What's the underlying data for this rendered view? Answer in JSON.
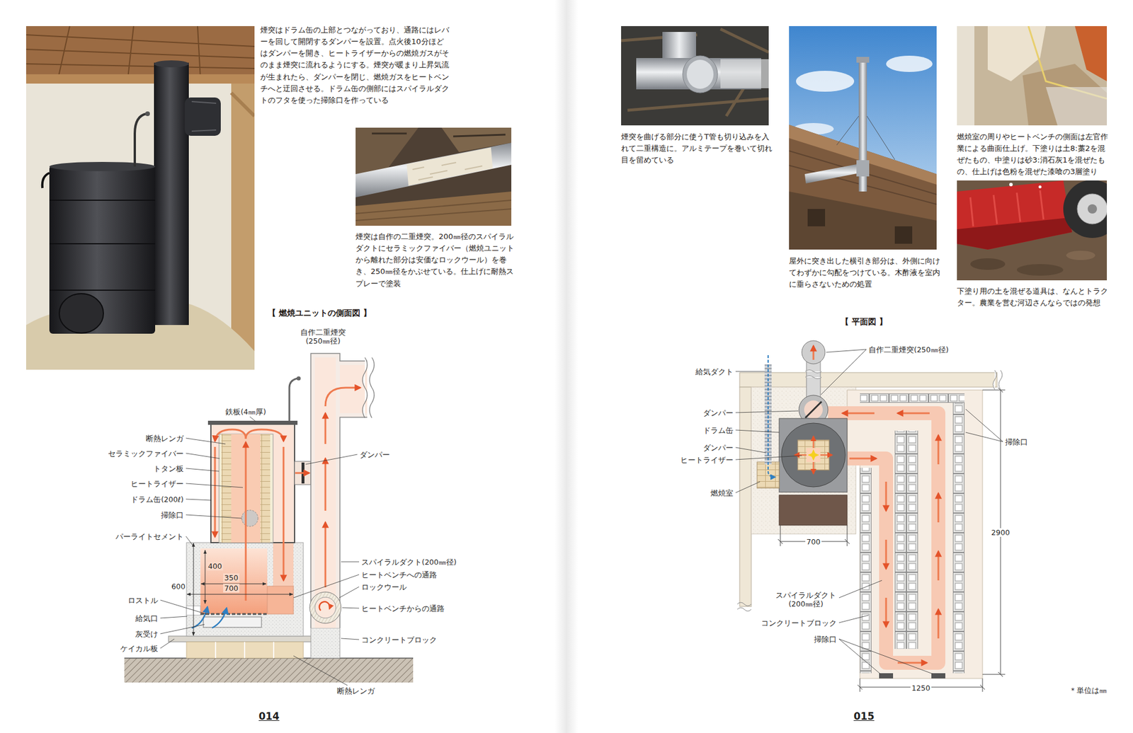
{
  "diagram": {
    "nodes": [
      {
        "text": [
          "煙突はドラム缶の上部とつながっており、通路にはレバーを回して開閉するダンパーを設置。点火後10分ほどはダンパーを開き、ヒートライザーからの燃焼ガスがそのまま煙突に流れるようにする。煙突が暖まり上昇気流が生まれたら、ダンパーを閉じ、燃焼ガスをヒートベンチへと迂回させる。ドラム缶の側部にはスパイラルダクトのフタを使った掃除口を作っている"
        ]
      },
      {
        "text": [
          "煙突は自作の二重煙突。200㎜径のスパイラルダクトにセラミックファイバー（燃焼ユニットから離れた部分は安価なロックウール）を巻き、250㎜径をかぶせている。仕上げに耐熱スプレーで塗装"
        ]
      },
      {
        "text": [
          "【 燃焼ユニットの側面図 】"
        ]
      },
      {
        "text": [
          "煙突を曲げる部分に使うT管も切り込みを入れて二重構造に。アルミテープを巻いて切れ目を留めている"
        ]
      },
      {
        "text": [
          "屋外に突き出した横引き部分は、外側に向けてわずかに勾配をつけている。木酢液を室内に垂らさないための処置"
        ]
      },
      {
        "text": [
          "燃焼室の周りやヒートベンチの側面は左官作業による曲面仕上げ。下塗りは土8:藁2を混ぜたもの、中塗りは砂3:消石灰1を混ぜたもの、仕上げは色粉を混ぜた漆喰の3層塗り"
        ]
      },
      {
        "text": [
          "下塗り用の土を混ぜる道具は、なんとトラクター。農業を営む河辺さんならではの発想"
        ]
      },
      {
        "text": [
          "【 平面図 】"
        ]
      }
    ],
    "labels": [
      "自作二重煙突 (250㎜径)",
      "鉄板(4㎜厚)",
      "断熱レンガ",
      "セラミックファイバー",
      "トタン板",
      "ヒートライザー",
      "ドラム缶(200ℓ)",
      "掃除口",
      "パーライトセメント",
      "400",
      "350",
      "700",
      "600",
      "ロストル",
      "給気口",
      "灰受け",
      "ケイカル板",
      "ダンパー",
      "スパイラルダクト(200㎜径)",
      "ヒートベンチへの通路",
      "ロックウール",
      "ヒートベンチからの通路",
      "コンクリートブロック",
      "断熱レンガ",
      "自作二重煙突(250㎜径)",
      "給気ダクト",
      "ダンパー",
      "ドラム缶",
      "ダンパー",
      "ヒートライザー",
      "燃焼室",
      "掃除口",
      "2900",
      "700",
      "スパイラルダクト (200㎜径)",
      "コンクリートブロック",
      "掃除口",
      "1250",
      "＊単位は㎜",
      "014",
      "015"
    ]
  }
}
